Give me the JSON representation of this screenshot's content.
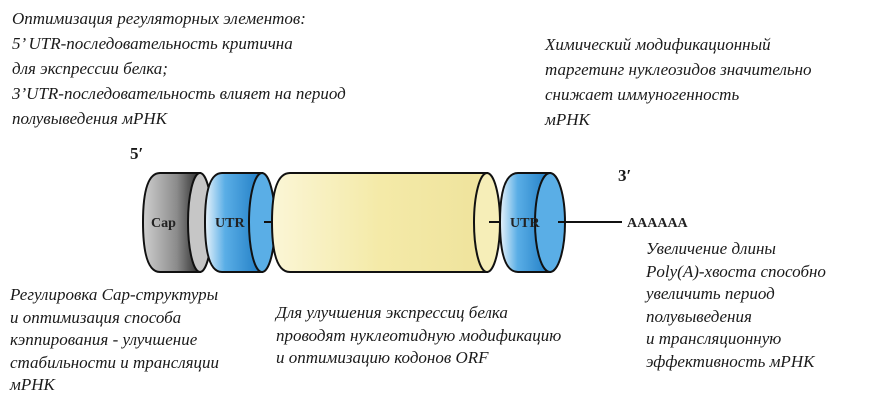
{
  "top_left": [
    "Оптимизация регуляторных элементов:",
    "5’ UTR-последовательность критична",
    "для экспрессии белка;",
    "3’UTR-последовательность влияет на период",
    "полувыведения мРНК"
  ],
  "top_right": [
    "Химический модификационный",
    "таргетинг нуклеозидов значительно",
    "снижает иммуногенность",
    "мРНК"
  ],
  "bottom_left": [
    "Регулировка Cap-структуры",
    "и оптимизация способа",
    "кэппирования - улучшение",
    "стабильности и трансляции",
    "мРНК"
  ],
  "bottom_middle": [
    "Для улучшения экспрессиц белка",
    "проводят нуклеотидную модификацию",
    "и оптимизацию кодонов ORF"
  ],
  "bottom_right": [
    "Увеличение длины",
    "Poly(A)-хвоста способно",
    "увеличить период",
    "полувыведения",
    "и трансляционную",
    "эффективность мРНК"
  ],
  "diagram": {
    "five_prime": "5′",
    "three_prime": "3′",
    "cap_label": "Cap",
    "utr5_label": "UTR",
    "utr3_label": "UTR",
    "polya_label": "AAAAAA",
    "colors": {
      "cap": "#8a8a8a",
      "utr": "#3a93d6",
      "orf": "#f4eaa8"
    }
  }
}
